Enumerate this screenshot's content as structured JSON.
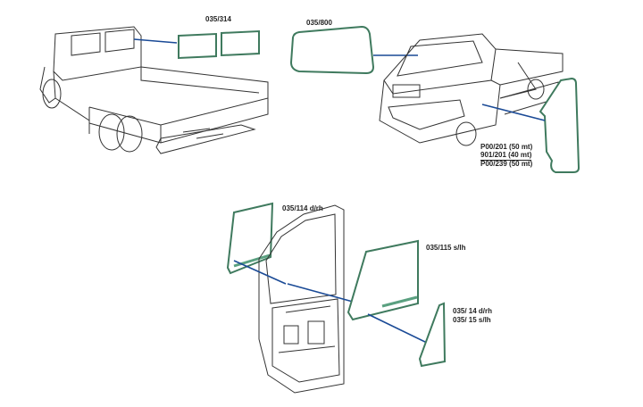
{
  "parts": {
    "rear_window": "035/314",
    "windscreen": "035/800",
    "seal_1": "P00/201 (50 mt)",
    "seal_2": "901/201 (40 mt)",
    "seal_3": "P00/239 (50 mt)",
    "door_glass_rh": "035/114 d/rh",
    "door_glass_lh": "035/115 s/lh",
    "vent_rh": "035/ 14 d/rh",
    "vent_lh": "035/ 15 s/lh"
  },
  "colors": {
    "glass_edge": "#3f7a5e",
    "leader": "#1a4a96"
  }
}
